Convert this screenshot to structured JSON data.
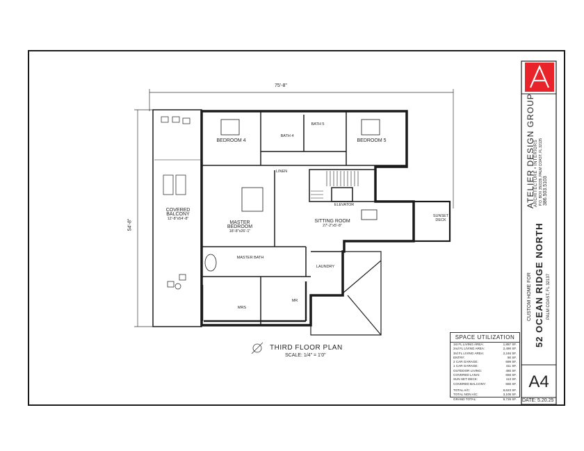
{
  "titleblock": {
    "firm": "ATELIER DESIGN GROUP",
    "sub": "ARCHITECTURE • INTERIORS",
    "address": "P.O. BOX 350339, PALM COAST, FL 32135",
    "phone": "386.503.5103",
    "custom": "CUSTOM HOME FOR",
    "project": "52 OCEAN RIDGE NORTH",
    "city": "PALM COAST, FL 32137",
    "sheet": "A4",
    "date": "DATE: 5.20.25"
  },
  "plan": {
    "title": "THIRD FLOOR PLAN",
    "scale": "SCALE: 1/4\" = 1'0\"",
    "dim_top": "75'-8\"",
    "dim_left": "54'-8\""
  },
  "rooms": {
    "bedroom4": "BEDROOM 4",
    "bedroom5": "BEDROOM 5",
    "bath4": "BATH 4",
    "bath5": "BATH 5",
    "covered_balcony": "COVERED BALCONY",
    "balcony_dim": "12'-8\"x54'-8\"",
    "master_bedroom": "MASTER BEDROOM",
    "master_dim": "18'-8\"x26'-1\"",
    "sitting_room": "SITTING ROOM",
    "sitting_dim": "27'-2\"x5'-8\"",
    "master_bath": "MASTER BATH",
    "laundry": "LAUNDRY",
    "elevator": "ELEVATOR",
    "sunset_deck": "SUNSET DECK",
    "mrs": "MRS",
    "mr": "MR",
    "linen": "LINEN"
  },
  "space_utilization": {
    "title": "SPACE UTILIZATION",
    "rows": [
      {
        "label": "1st FL LIVING AREA:",
        "value": "1,887 SF."
      },
      {
        "label": "2nd FL LIVING AREA:",
        "value": "2,490 SF."
      },
      {
        "label": "3rd FL LIVING AREA:",
        "value": "2,246 SF."
      },
      {
        "label": "ENTRY:",
        "value": "90 SF."
      },
      {
        "label": "2 CAR GARAGE:",
        "value": "699 SF."
      },
      {
        "label": "1 CAR GARAGE:",
        "value": "411 SF."
      },
      {
        "label": "OUTDOOR LIVING:",
        "value": "480 SF."
      },
      {
        "label": "COVERED LANAI:",
        "value": "656 SF."
      },
      {
        "label": "SUN SET DECK:",
        "value": "113 SF."
      },
      {
        "label": "COVERED BALCONY:",
        "value": "656 SF."
      }
    ],
    "totals": [
      {
        "label": "TOTAL A/C:",
        "value": "6,623 SF."
      },
      {
        "label": "TOTAL NON A/C:",
        "value": "3,105 SF."
      },
      {
        "label": "GRAND TOTAL:",
        "value": "9,728 SF."
      }
    ]
  },
  "colors": {
    "logo": "#e8232a",
    "line": "#1a1a1a"
  }
}
